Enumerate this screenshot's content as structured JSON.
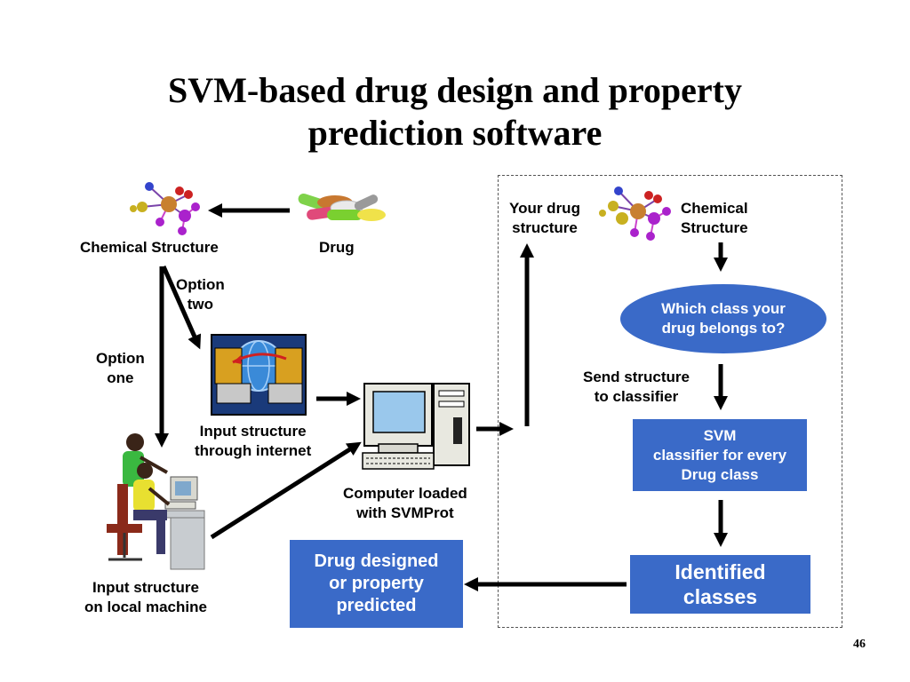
{
  "title": "SVM-based drug design and property\nprediction software",
  "labels": {
    "chemical_structure_left": "Chemical Structure",
    "drug": "Drug",
    "option_two": "Option\ntwo",
    "option_one": "Option\none",
    "input_internet": "Input structure\nthrough internet",
    "input_local": "Input structure\non local machine",
    "computer_loaded": "Computer loaded\nwith SVMProt",
    "your_drug_structure": "Your drug\nstructure",
    "chemical_structure_right": "Chemical\nStructure",
    "send_structure": "Send structure\nto classifier"
  },
  "boxes": {
    "which_class": "Which class your\ndrug belongs to?",
    "svm_classifier": "SVM\nclassifier for every\nDrug class",
    "identified_classes": "Identified\nclasses",
    "drug_designed": "Drug designed\nor property\npredicted"
  },
  "page_number": "46",
  "colors": {
    "box_fill": "#3a6ac8",
    "arrow": "#000000"
  }
}
